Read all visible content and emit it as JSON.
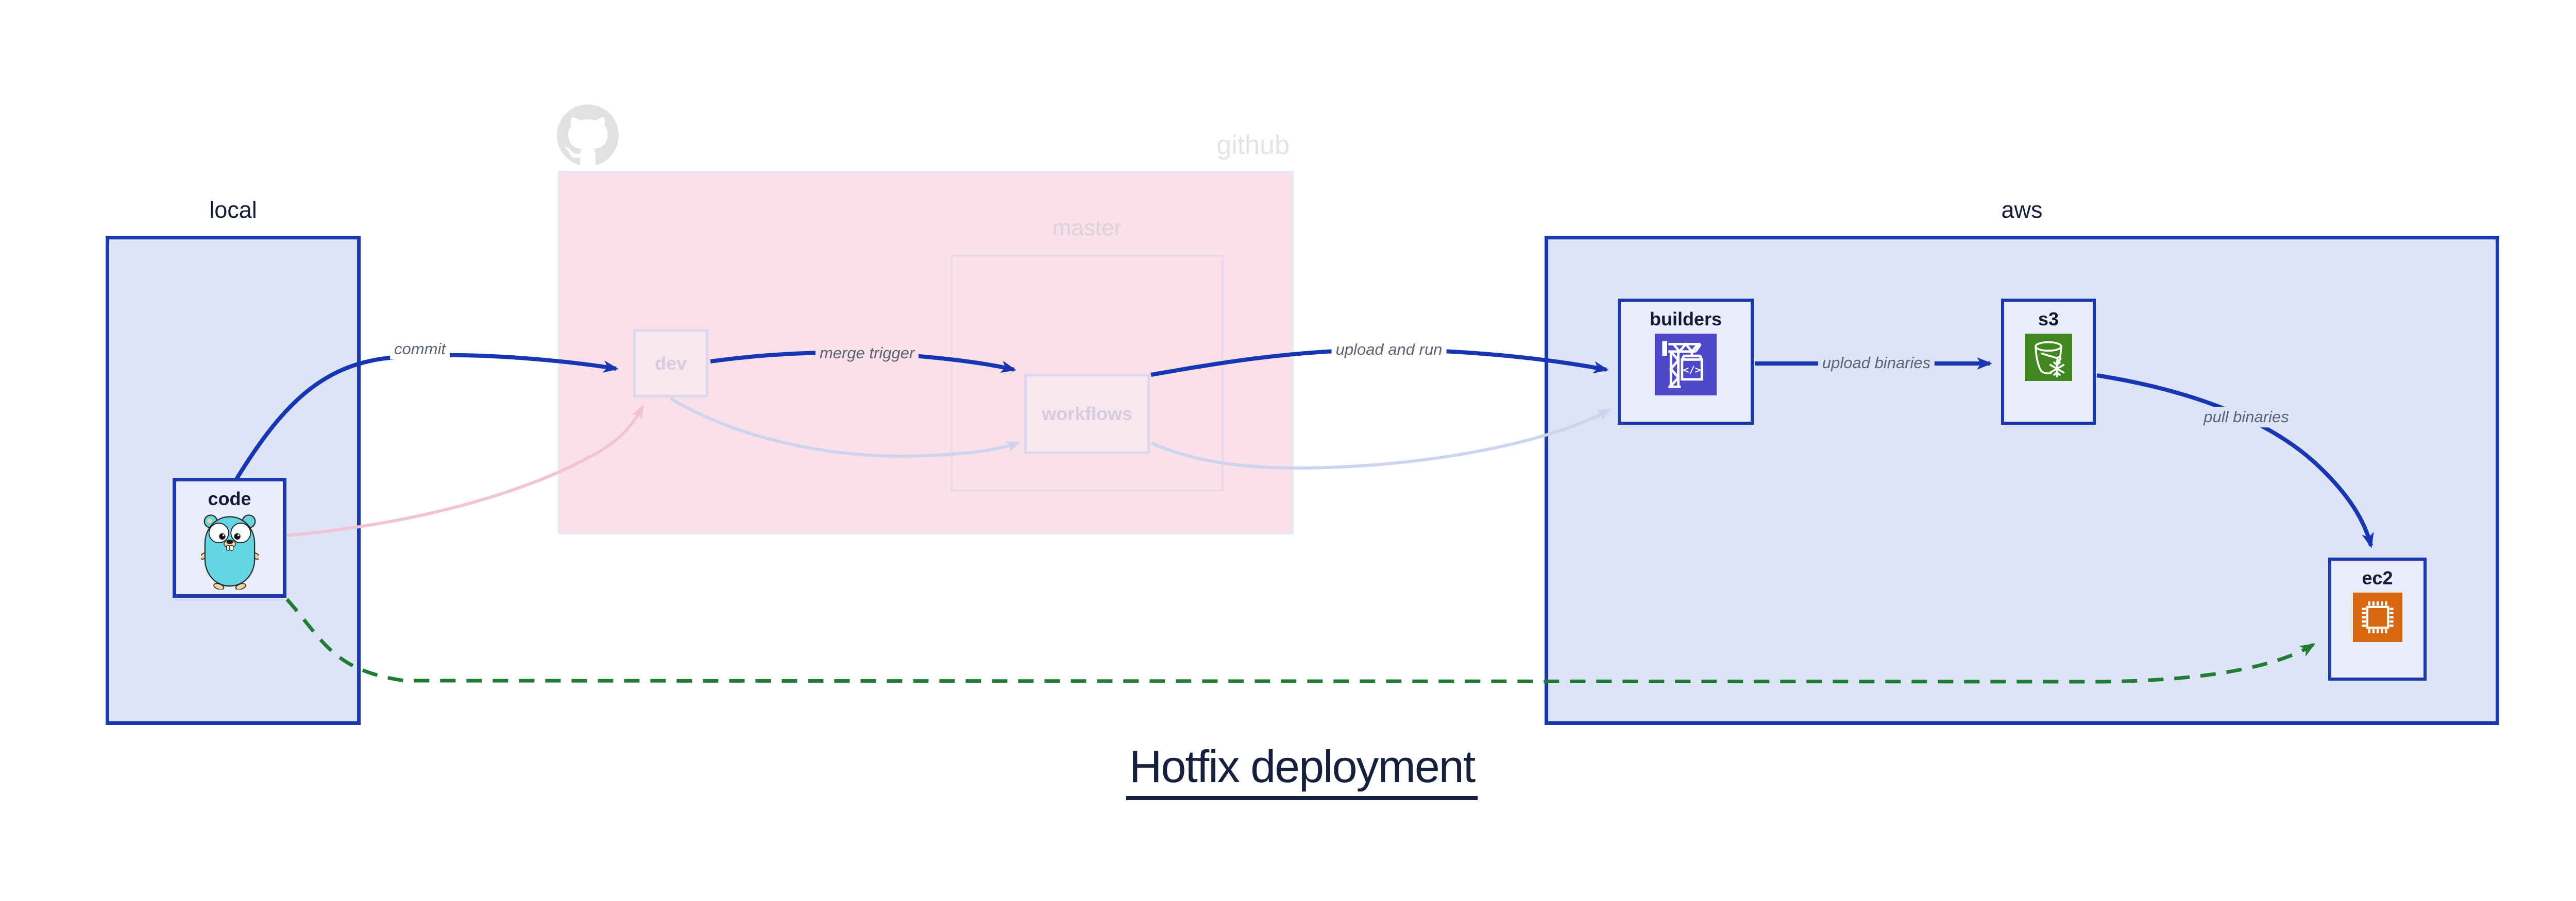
{
  "title": "Hotfix deployment",
  "containers": {
    "local": {
      "label": "local"
    },
    "github": {
      "label": "github",
      "master_label": "master"
    },
    "aws": {
      "label": "aws"
    }
  },
  "nodes": {
    "code": {
      "label": "code"
    },
    "dev": {
      "label": "dev"
    },
    "workflows": {
      "label": "workflows"
    },
    "builders": {
      "label": "builders"
    },
    "s3": {
      "label": "s3"
    },
    "ec2": {
      "label": "ec2"
    }
  },
  "edges": {
    "commit": {
      "label": "commit"
    },
    "merge_trigger": {
      "label": "merge trigger"
    },
    "upload_and_run": {
      "label": "upload and run"
    },
    "upload_binaries": {
      "label": "upload binaries"
    },
    "pull_binaries": {
      "label": "pull binaries"
    }
  },
  "icons": {
    "octocat": "github-octocat-icon",
    "code": "go-gopher-icon",
    "builders": "codebuild-crane-icon",
    "s3": "s3-glacier-bucket-icon",
    "ec2": "ec2-chip-icon"
  },
  "colors": {
    "arrow_blue": "#1736b4",
    "arrow_green": "#1e7d32",
    "faded_pink_arrow": "#f2c3d2",
    "faded_lavender_arrow": "#ccd4ef",
    "container_fill": "#dde4f8",
    "node_fill": "#eaeefb",
    "github_fill": "#f9e1e7",
    "container_border": "#1a38b2",
    "codebuild_purple": "#4b48c9",
    "s3_green": "#41871f",
    "ec2_orange": "#d9670f",
    "gopher_teal": "#63d6e2",
    "title_color": "#15203c"
  }
}
